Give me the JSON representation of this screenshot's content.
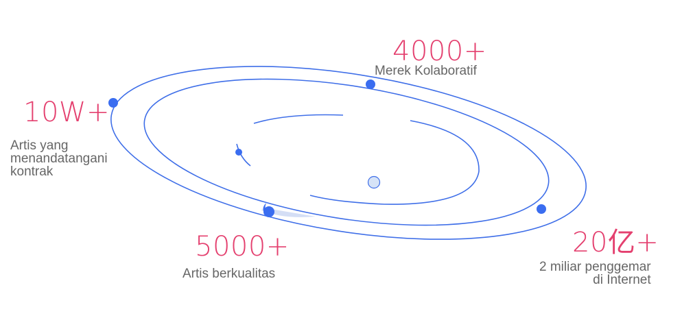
{
  "colors": {
    "accent_pink": "#e4406f",
    "orbit_blue": "#3e6ee8",
    "node_blue": "#3a6df0",
    "center_light_blue": "#d6e3f7",
    "label_gray": "#666666"
  },
  "stats": {
    "artists_signed": {
      "value": "10W+",
      "description": [
        "Artis yang",
        "menandatangani",
        "kontrak"
      ]
    },
    "brands": {
      "value": "4000+",
      "description": [
        "Merek Kolaboratif"
      ]
    },
    "quality_artists": {
      "value": "5000+",
      "description": [
        "Artis berkualitas"
      ]
    },
    "fans": {
      "value": "20亿+",
      "description": [
        "2 miliar penggemar",
        "di Internet"
      ]
    }
  }
}
